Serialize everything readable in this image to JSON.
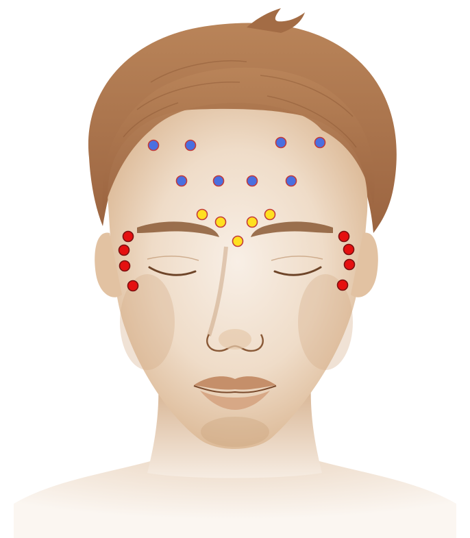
{
  "diagram": {
    "subject": "face-injection-points",
    "colors": {
      "background": "#ffffff",
      "skin_light": "#f4e8dc",
      "skin_mid": "#e3c6a8",
      "skin_shadow": "#c99b73",
      "hair": "#a8714a",
      "hair_dark": "#8a5633",
      "feature_line": "#6e4529"
    },
    "point_groups": [
      {
        "id": "forehead",
        "color": "#4a6fe0",
        "stroke": "#c23a3a",
        "count": 8
      },
      {
        "id": "glabella",
        "color": "#ffe020",
        "stroke": "#c23a3a",
        "count": 5
      },
      {
        "id": "crows-feet",
        "color": "#e51010",
        "stroke": "#7a1010",
        "count": 8
      }
    ]
  }
}
